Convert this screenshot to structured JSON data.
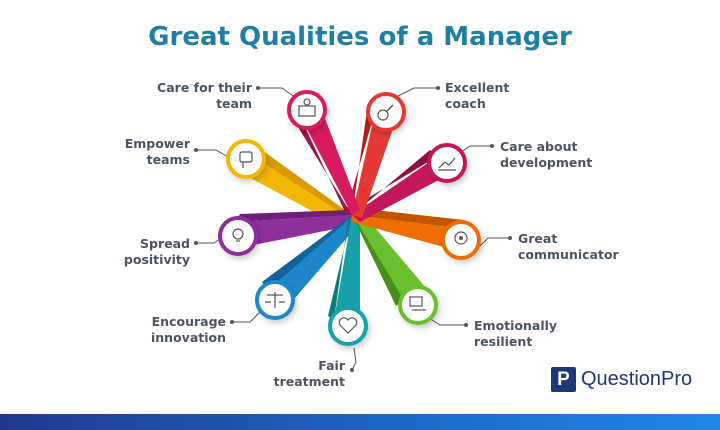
{
  "title": "Great Qualities of a Manager",
  "qualities": [
    {
      "label": "Care for their team",
      "line1": "Care for their",
      "line2": "team",
      "icon": "people-building-icon",
      "color": "#d81b60"
    },
    {
      "label": "Excellent coach",
      "line1": "Excellent",
      "line2": "coach",
      "icon": "whistle-icon",
      "color": "#e53935"
    },
    {
      "label": "Care about development",
      "line1": "Care about",
      "line2": "development",
      "icon": "growth-hand-icon",
      "color": "#c2185b"
    },
    {
      "label": "Great communicator",
      "line1": "Great",
      "line2": "communicator",
      "icon": "head-gear-icon",
      "color": "#ef6c00"
    },
    {
      "label": "Emotionally resilient",
      "line1": "Emotionally",
      "line2": "resilient",
      "icon": "person-board-icon",
      "color": "#6abf2e"
    },
    {
      "label": "Fair treatment",
      "line1": "Fair",
      "line2": "treatment",
      "icon": "heart-handshake-icon",
      "color": "#17a2a8"
    },
    {
      "label": "Encourage innovation",
      "line1": "Encourage",
      "line2": "innovation",
      "icon": "scales-icon",
      "color": "#1b87c9"
    },
    {
      "label": "Spread positivity",
      "line1": "Spread",
      "line2": "positivity",
      "icon": "lightbulb-icon",
      "color": "#8e2f9c"
    },
    {
      "label": "Empower teams",
      "line1": "Empower",
      "line2": "teams",
      "icon": "fist-icon",
      "color": "#f2b705"
    }
  ],
  "brand": {
    "logo_letter": "P",
    "name": "QuestionPro"
  }
}
